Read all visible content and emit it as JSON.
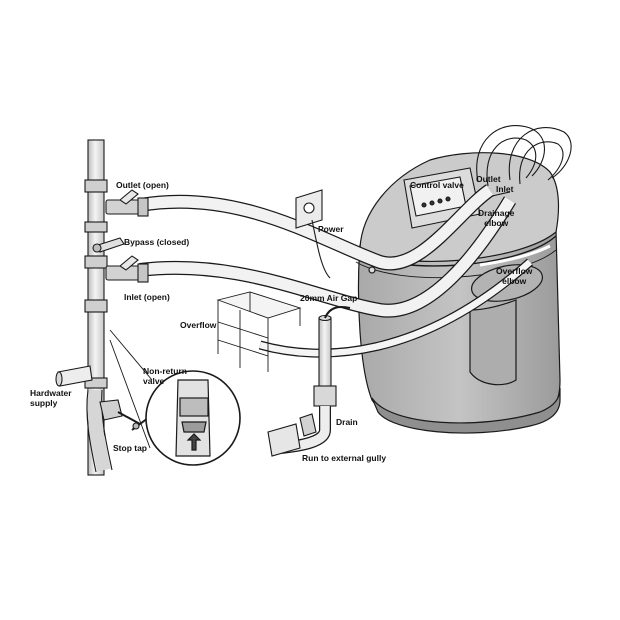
{
  "diagram": {
    "labels": {
      "outlet_open": "Outlet (open)",
      "bypass_closed": "Bypass (closed)",
      "inlet_open": "Inlet (open)",
      "power": "Power",
      "control_valve": "Control valve",
      "outlet": "Outlet",
      "inlet": "Inlet",
      "drainage_elbow": "Drainage\nelbow",
      "overflow_elbow": "Overflow\nelbow",
      "air_gap": "20mm Air Gap",
      "overflow": "Overflow",
      "non_return_valve": "Non-return\nvalve",
      "hardwater_supply": "Hardwater\nsupply",
      "stop_tap": "Stop tap",
      "drain": "Drain",
      "external_gully": "Run to external gully"
    },
    "colors": {
      "line": "#1a1a1a",
      "pipe": "#e6e6e6",
      "softener_body": "#b9b9b9",
      "softener_shade": "#9f9f9f",
      "softener_top": "#cfcfcf",
      "hose": "#f2f2f2"
    }
  }
}
